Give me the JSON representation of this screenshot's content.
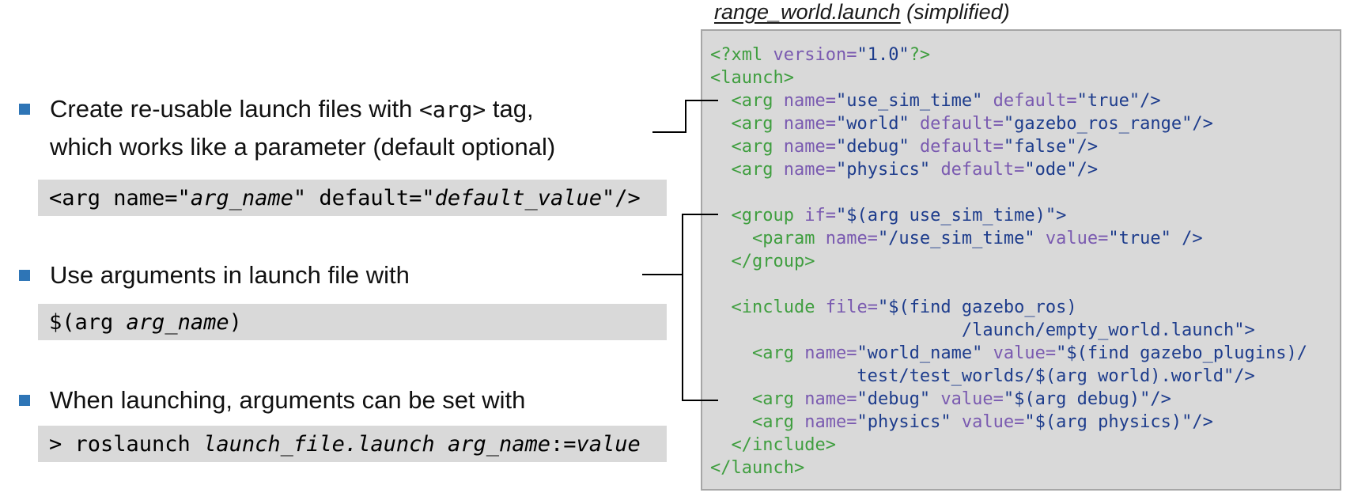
{
  "colors": {
    "accent": "#2e75b6",
    "gray_background": "#d9d9d9",
    "tag_green": "#3f9e3f",
    "attr_purple": "#7a5ab0",
    "value_navy": "#1d3c8c"
  },
  "title": {
    "filename": "range_world.launch",
    "suffix": " (simplified)"
  },
  "left": {
    "bullets": [
      {
        "lines": [
          [
            {
              "c": "s",
              "t": "Create re-usable launch files with "
            },
            {
              "c": "m",
              "t": "<arg>"
            },
            {
              "c": "s",
              "t": " tag,"
            }
          ],
          [
            {
              "c": "s",
              "t": "which works like a parameter (default optional)"
            }
          ]
        ]
      },
      {
        "lines": [
          [
            {
              "c": "s",
              "t": "Use arguments in launch file with"
            }
          ]
        ]
      },
      {
        "lines": [
          [
            {
              "c": "s",
              "t": "When launching, arguments can be set with"
            }
          ]
        ]
      }
    ],
    "code_bars": [
      [
        {
          "c": "r",
          "t": "<arg name=\""
        },
        {
          "c": "i",
          "t": "arg_name"
        },
        {
          "c": "r",
          "t": "\" default=\""
        },
        {
          "c": "i",
          "t": "default_value"
        },
        {
          "c": "r",
          "t": "\"/>"
        }
      ],
      [
        {
          "c": "r",
          "t": "$(arg "
        },
        {
          "c": "i",
          "t": "arg_name"
        },
        {
          "c": "r",
          "t": ")"
        }
      ],
      [
        {
          "c": "r",
          "t": "> roslaunch "
        },
        {
          "c": "i",
          "t": "launch_file.launch"
        },
        {
          "c": "r",
          "t": " "
        },
        {
          "c": "i",
          "t": "arg_name"
        },
        {
          "c": "r",
          "t": ":="
        },
        {
          "c": "i",
          "t": "value"
        }
      ]
    ]
  },
  "code_panel": {
    "lines": [
      [
        {
          "c": "t",
          "t": "<?xml "
        },
        {
          "c": "a",
          "t": "version="
        },
        {
          "c": "v",
          "t": "\"1.0\""
        },
        {
          "c": "t",
          "t": "?>"
        }
      ],
      [
        {
          "c": "t",
          "t": "<launch>"
        }
      ],
      [
        {
          "c": "p",
          "t": "  "
        },
        {
          "c": "t",
          "t": "<arg "
        },
        {
          "c": "a",
          "t": "name="
        },
        {
          "c": "v",
          "t": "\"use_sim_time\""
        },
        {
          "c": "p",
          "t": " "
        },
        {
          "c": "a",
          "t": "default="
        },
        {
          "c": "v",
          "t": "\"true\"/>"
        }
      ],
      [
        {
          "c": "p",
          "t": "  "
        },
        {
          "c": "t",
          "t": "<arg "
        },
        {
          "c": "a",
          "t": "name="
        },
        {
          "c": "v",
          "t": "\"world\""
        },
        {
          "c": "p",
          "t": " "
        },
        {
          "c": "a",
          "t": "default="
        },
        {
          "c": "v",
          "t": "\"gazebo_ros_range\"/>"
        }
      ],
      [
        {
          "c": "p",
          "t": "  "
        },
        {
          "c": "t",
          "t": "<arg "
        },
        {
          "c": "a",
          "t": "name="
        },
        {
          "c": "v",
          "t": "\"debug\""
        },
        {
          "c": "p",
          "t": " "
        },
        {
          "c": "a",
          "t": "default="
        },
        {
          "c": "v",
          "t": "\"false\"/>"
        }
      ],
      [
        {
          "c": "p",
          "t": "  "
        },
        {
          "c": "t",
          "t": "<arg "
        },
        {
          "c": "a",
          "t": "name="
        },
        {
          "c": "v",
          "t": "\"physics\""
        },
        {
          "c": "p",
          "t": " "
        },
        {
          "c": "a",
          "t": "default="
        },
        {
          "c": "v",
          "t": "\"ode\"/>"
        }
      ],
      [],
      [
        {
          "c": "p",
          "t": "  "
        },
        {
          "c": "t",
          "t": "<group "
        },
        {
          "c": "a",
          "t": "if="
        },
        {
          "c": "v",
          "t": "\"$(arg use_sim_time)\">"
        }
      ],
      [
        {
          "c": "p",
          "t": "    "
        },
        {
          "c": "t",
          "t": "<param "
        },
        {
          "c": "a",
          "t": "name="
        },
        {
          "c": "v",
          "t": "\"/use_sim_time\""
        },
        {
          "c": "p",
          "t": " "
        },
        {
          "c": "a",
          "t": "value="
        },
        {
          "c": "v",
          "t": "\"true\" />"
        }
      ],
      [
        {
          "c": "p",
          "t": "  "
        },
        {
          "c": "t",
          "t": "</group>"
        }
      ],
      [],
      [
        {
          "c": "p",
          "t": "  "
        },
        {
          "c": "t",
          "t": "<include "
        },
        {
          "c": "a",
          "t": "file="
        },
        {
          "c": "v",
          "t": "\"$(find gazebo_ros)"
        }
      ],
      [
        {
          "c": "v",
          "t": "                        /launch/empty_world.launch\">"
        }
      ],
      [
        {
          "c": "p",
          "t": "    "
        },
        {
          "c": "t",
          "t": "<arg "
        },
        {
          "c": "a",
          "t": "name="
        },
        {
          "c": "v",
          "t": "\"world_name\""
        },
        {
          "c": "p",
          "t": " "
        },
        {
          "c": "a",
          "t": "value="
        },
        {
          "c": "v",
          "t": "\"$(find gazebo_plugins)/"
        }
      ],
      [
        {
          "c": "v",
          "t": "              test/test_worlds/$(arg world).world\"/>"
        }
      ],
      [
        {
          "c": "p",
          "t": "    "
        },
        {
          "c": "t",
          "t": "<arg "
        },
        {
          "c": "a",
          "t": "name="
        },
        {
          "c": "v",
          "t": "\"debug\""
        },
        {
          "c": "p",
          "t": " "
        },
        {
          "c": "a",
          "t": "value="
        },
        {
          "c": "v",
          "t": "\"$(arg debug)\"/>"
        }
      ],
      [
        {
          "c": "p",
          "t": "    "
        },
        {
          "c": "t",
          "t": "<arg "
        },
        {
          "c": "a",
          "t": "name="
        },
        {
          "c": "v",
          "t": "\"physics\""
        },
        {
          "c": "p",
          "t": " "
        },
        {
          "c": "a",
          "t": "value="
        },
        {
          "c": "v",
          "t": "\"$(arg physics)\"/>"
        }
      ],
      [
        {
          "c": "p",
          "t": "  "
        },
        {
          "c": "t",
          "t": "</include>"
        }
      ],
      [
        {
          "c": "t",
          "t": "</launch>"
        }
      ]
    ]
  }
}
